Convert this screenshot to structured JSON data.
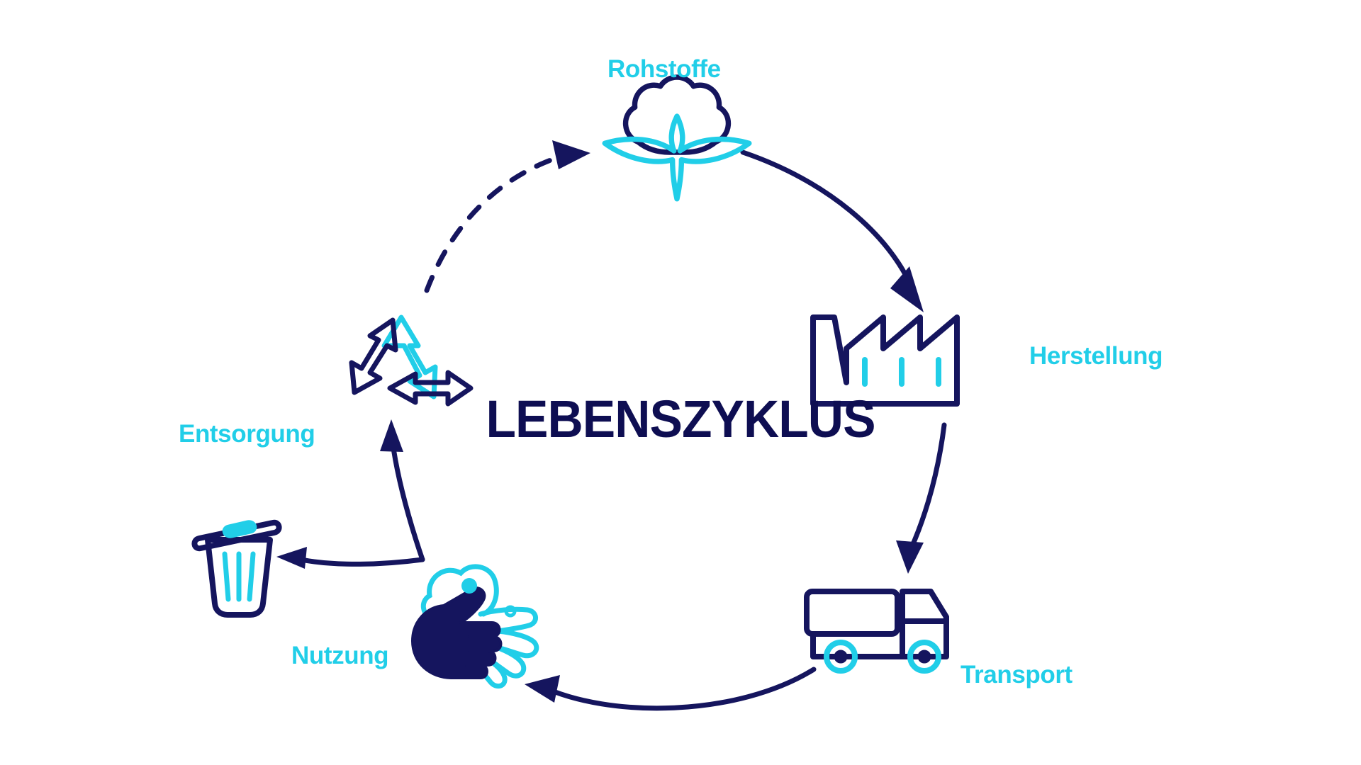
{
  "diagram": {
    "title": "LEBENSZYKLUS",
    "type": "cycle-diagram",
    "background_color": "#FFFFFF",
    "colors": {
      "accent_cyan": "#21CEE8",
      "navy": "#0E0E52"
    },
    "stages": [
      {
        "id": "rohstoffe",
        "label": "Rohstoffe",
        "icon": "cotton-plant-icon",
        "position": "top"
      },
      {
        "id": "herstellung",
        "label": "Herstellung",
        "icon": "factory-icon",
        "position": "right-upper"
      },
      {
        "id": "transport",
        "label": "Transport",
        "icon": "truck-icon",
        "position": "right-lower"
      },
      {
        "id": "nutzung",
        "label": "Nutzung",
        "icon": "washing-hands-icon",
        "position": "bottom"
      },
      {
        "id": "entsorgung",
        "label": "Entsorgung",
        "icon": "trash-bin-icon",
        "position": "left-lower"
      },
      {
        "id": "recycling",
        "label": "",
        "icon": "recycling-arrows-icon",
        "position": "left-upper"
      }
    ],
    "connections": [
      {
        "from": "rohstoffe",
        "to": "herstellung",
        "style": "solid"
      },
      {
        "from": "herstellung",
        "to": "transport",
        "style": "solid"
      },
      {
        "from": "transport",
        "to": "nutzung",
        "style": "solid"
      },
      {
        "from": "nutzung",
        "to": "entsorgung",
        "style": "solid"
      },
      {
        "from": "nutzung",
        "to": "recycling",
        "style": "solid"
      },
      {
        "from": "recycling",
        "to": "rohstoffe",
        "style": "dashed"
      }
    ]
  }
}
